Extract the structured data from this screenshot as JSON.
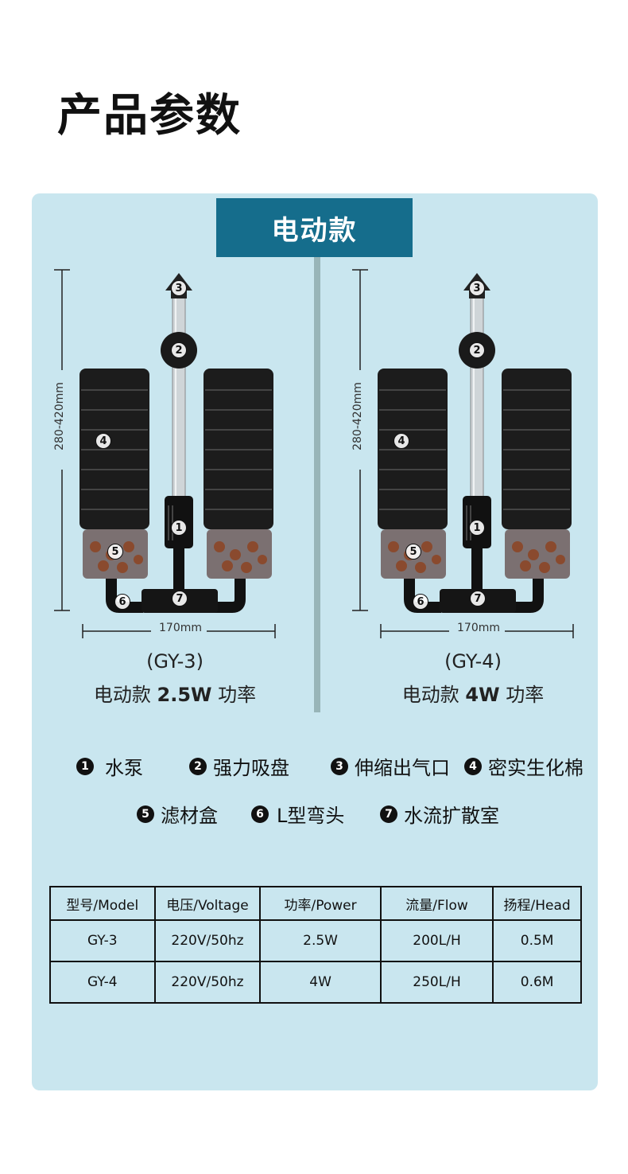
{
  "header": {
    "title": "产品参数"
  },
  "banner": {
    "label": "电动款"
  },
  "products": [
    {
      "model": "(GY-3)",
      "desc_prefix": "电动款 ",
      "power": "2.5W",
      "desc_suffix": " 功率",
      "height_dim": "280-420mm",
      "width_dim": "170mm",
      "callouts": [
        "1",
        "2",
        "3",
        "4",
        "5",
        "6",
        "7"
      ]
    },
    {
      "model": "(GY-4)",
      "desc_prefix": "电动款 ",
      "power": "4W",
      "desc_suffix": " 功率",
      "height_dim": "280-420mm",
      "width_dim": "170mm",
      "callouts": [
        "1",
        "2",
        "3",
        "4",
        "5",
        "6",
        "7"
      ]
    }
  ],
  "legend": [
    {
      "num": "1",
      "label": "水泵"
    },
    {
      "num": "2",
      "label": "强力吸盘"
    },
    {
      "num": "3",
      "label": "伸缩出气口"
    },
    {
      "num": "4",
      "label": "密实生化棉"
    },
    {
      "num": "5",
      "label": "滤材盒"
    },
    {
      "num": "6",
      "label": "L型弯头"
    },
    {
      "num": "7",
      "label": "水流扩散室"
    }
  ],
  "table": {
    "headers": [
      "型号/Model",
      "电压/Voltage",
      "功率/Power",
      "流量/Flow",
      "扬程/Head"
    ],
    "rows": [
      [
        "GY-3",
        "220V/50hz",
        "2.5W",
        "200L/H",
        "0.5M"
      ],
      [
        "GY-4",
        "220V/50hz",
        "4W",
        "250L/H",
        "0.6M"
      ]
    ]
  },
  "colors": {
    "panel": "#c9e6ef",
    "banner": "#156d8c",
    "divider": "#98b5b8",
    "sponge": "#1c1c1c"
  }
}
